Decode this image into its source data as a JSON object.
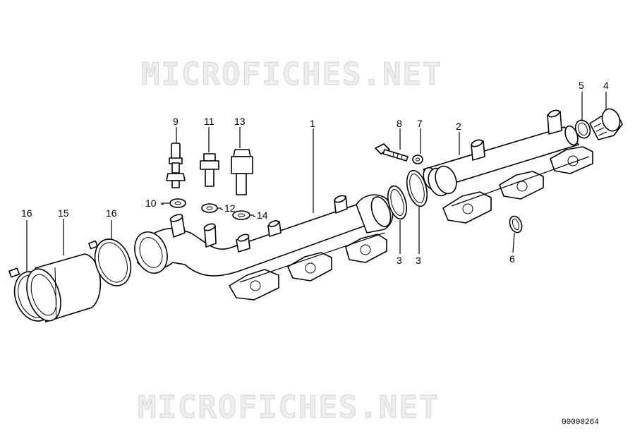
{
  "watermark": {
    "text_top": "MICROFICHES.NET",
    "text_bottom": "MICROFICHES.NET"
  },
  "document_number": "00000264",
  "callouts": [
    "1",
    "2",
    "3",
    "3",
    "4",
    "5",
    "6",
    "7",
    "8",
    "9",
    "10",
    "11",
    "12",
    "13",
    "14",
    "15",
    "16",
    "16"
  ]
}
